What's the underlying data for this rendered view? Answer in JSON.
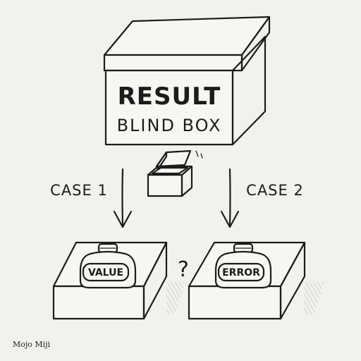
{
  "diagram": {
    "main_box": {
      "line1": "RESULT",
      "line2": "BLIND BOX"
    },
    "cases": [
      {
        "label": "CASE 1",
        "jar_label": "VALUE"
      },
      {
        "label": "CASE 2",
        "jar_label": "ERROR"
      }
    ],
    "question_mark": "?",
    "credit": "Mojo Miji"
  },
  "colors": {
    "background": "#f2f1ed",
    "ink": "#1c1c1c"
  },
  "icons": [
    "closed-box-icon",
    "open-box-icon",
    "arrow-down-icon",
    "jar-icon"
  ]
}
